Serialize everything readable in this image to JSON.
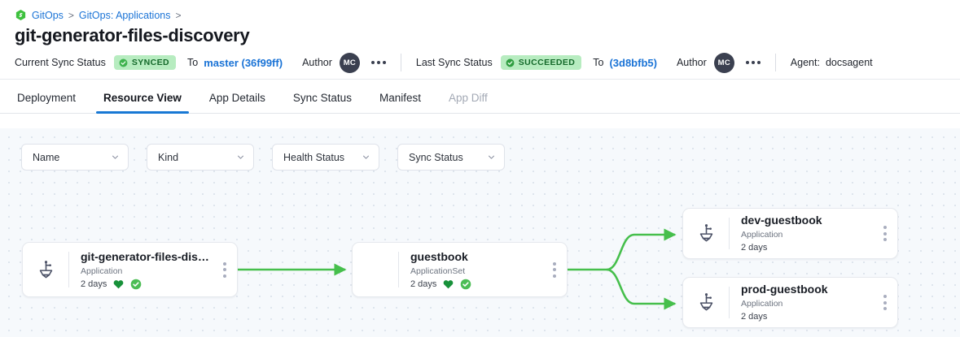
{
  "breadcrumb": {
    "logo_icon": "argo-hexagon-icon",
    "items": [
      {
        "label": "GitOps",
        "separator": ">"
      },
      {
        "label": "GitOps: Applications",
        "separator": ">"
      }
    ]
  },
  "page_title": "git-generator-files-discovery",
  "status_bar": {
    "current": {
      "label": "Current Sync Status",
      "badge": "SYNCED",
      "badge_color": "#b7ecc0",
      "badge_text_color": "#14692a",
      "to_word": "To",
      "revision": "master (36f99ff)",
      "author_word": "Author",
      "avatar_initials": "MC",
      "menu_icon": "horizontal-kebab-icon"
    },
    "last": {
      "label": "Last Sync Status",
      "badge": "SUCCEEDED",
      "badge_color": "#b7ecc0",
      "badge_text_color": "#14692a",
      "to_word": "To",
      "revision": "(3d8bfb5)",
      "author_word": "Author",
      "avatar_initials": "MC",
      "menu_icon": "horizontal-kebab-icon"
    },
    "agent_label": "Agent:",
    "agent_value": "docsagent"
  },
  "tabs": [
    {
      "label": "Deployment",
      "active": false,
      "disabled": false
    },
    {
      "label": "Resource View",
      "active": true,
      "disabled": false
    },
    {
      "label": "App Details",
      "active": false,
      "disabled": false
    },
    {
      "label": "Sync Status",
      "active": false,
      "disabled": false
    },
    {
      "label": "Manifest",
      "active": false,
      "disabled": false
    },
    {
      "label": "App Diff",
      "active": false,
      "disabled": true
    }
  ],
  "filters": [
    {
      "label": "Name",
      "icon": "chevron-down-icon"
    },
    {
      "label": "Kind",
      "icon": "chevron-down-icon"
    },
    {
      "label": "Health Status",
      "icon": "chevron-down-icon"
    },
    {
      "label": "Sync Status",
      "icon": "chevron-down-icon"
    }
  ],
  "graph": {
    "edge_color": "#46bf4c",
    "nodes": [
      {
        "id": "root",
        "title": "git-generator-files-disco...",
        "kind": "Application",
        "age": "2 days",
        "icon": "argo-application-icon",
        "has_icon": true,
        "health_icon": "heart-icon",
        "health_color": "#18913a",
        "sync_icon": "check-circle-icon",
        "sync_color": "#4cbd55",
        "menu_icon": "vertical-kebab-icon"
      },
      {
        "id": "appset",
        "title": "guestbook",
        "kind": "ApplicationSet",
        "age": "2 days",
        "icon": "",
        "has_icon": false,
        "health_icon": "heart-icon",
        "health_color": "#18913a",
        "sync_icon": "check-circle-icon",
        "sync_color": "#4cbd55",
        "menu_icon": "vertical-kebab-icon"
      },
      {
        "id": "dev",
        "title": "dev-guestbook",
        "kind": "Application",
        "age": "2 days",
        "icon": "argo-application-icon",
        "has_icon": true,
        "health_icon": "",
        "health_color": "",
        "sync_icon": "",
        "sync_color": "",
        "menu_icon": "vertical-kebab-icon"
      },
      {
        "id": "prod",
        "title": "prod-guestbook",
        "kind": "Application",
        "age": "2 days",
        "icon": "argo-application-icon",
        "has_icon": true,
        "health_icon": "",
        "health_color": "",
        "sync_icon": "",
        "sync_color": "",
        "menu_icon": "vertical-kebab-icon"
      }
    ]
  }
}
